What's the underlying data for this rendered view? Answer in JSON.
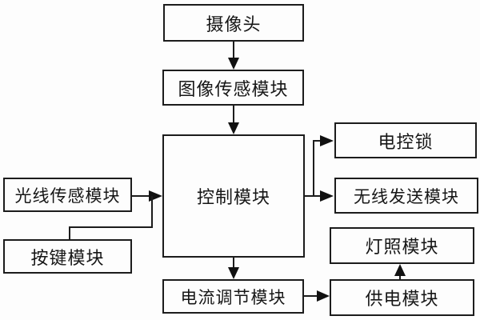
{
  "diagram": {
    "title": "",
    "colors": {
      "line": "#1c1c1c",
      "box_border": "#1c1c1c",
      "box_fill": "#fdfdfd",
      "background": "#fdfdfd",
      "text": "#161616"
    },
    "nodes": {
      "camera": {
        "label": "摄像头"
      },
      "image_sensor": {
        "label": "图像传感模块"
      },
      "control": {
        "label": "控制模块"
      },
      "light_sensor": {
        "label": "光线传感模块"
      },
      "button": {
        "label": "按键模块"
      },
      "lock": {
        "label": "电控锁"
      },
      "wireless": {
        "label": "无线发送模块"
      },
      "lighting": {
        "label": "灯照模块"
      },
      "power": {
        "label": "供电模块"
      },
      "current": {
        "label": "电流调节模块"
      }
    },
    "edges": [
      {
        "from": "摄像头",
        "to": "图像传感模块"
      },
      {
        "from": "图像传感模块",
        "to": "控制模块"
      },
      {
        "from": "光线传感模块",
        "to": "控制模块"
      },
      {
        "from": "按键模块",
        "to": "控制模块"
      },
      {
        "from": "控制模块",
        "to": "电控锁"
      },
      {
        "from": "控制模块",
        "to": "无线发送模块"
      },
      {
        "from": "控制模块",
        "to": "电流调节模块"
      },
      {
        "from": "电流调节模块",
        "to": "供电模块"
      },
      {
        "from": "供电模块",
        "to": "灯照模块"
      }
    ]
  }
}
